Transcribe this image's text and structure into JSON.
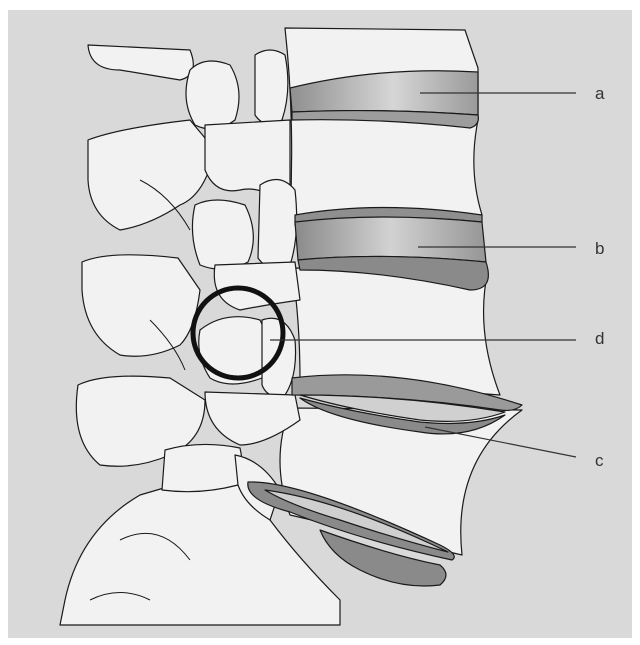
{
  "labels": {
    "a": "a",
    "b": "b",
    "c": "c",
    "d": "d"
  },
  "colors": {
    "background": "#d9d9d9",
    "bone_fill": "#f2f2f2",
    "disc_dark": "#8a8a8a",
    "disc_light": "#c8c8c8",
    "outline": "#1a1a1a",
    "highlight_circle": "#111111",
    "leader_line": "#333333"
  }
}
